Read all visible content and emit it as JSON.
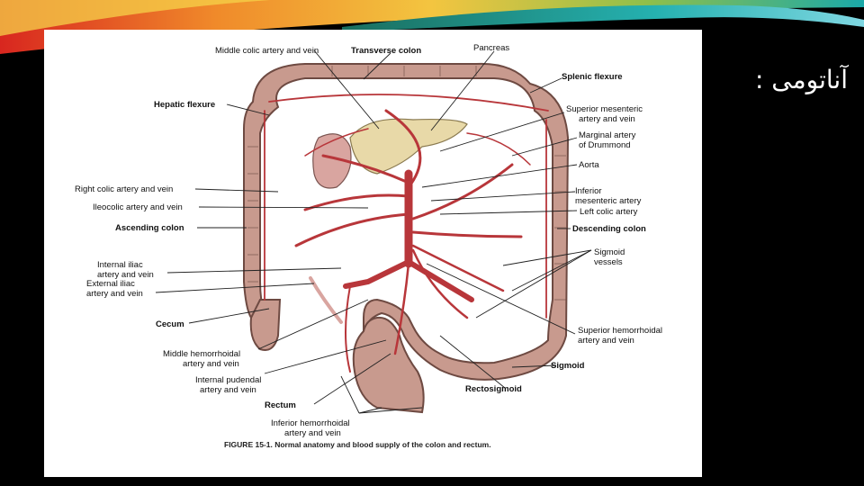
{
  "slide": {
    "title": "آناتومی :"
  },
  "figure": {
    "caption": "FIGURE 15-1. Normal anatomy and blood supply of the colon and rectum.",
    "labels": {
      "middle_colic": "Middle colic artery and vein",
      "transverse_colon": "Transverse colon",
      "pancreas": "Pancreas",
      "splenic_flexure": "Splenic flexure",
      "hepatic_flexure": "Hepatic flexure",
      "sma_1": "Superior mesenteric",
      "sma_2": "artery and vein",
      "marginal_1": "Marginal artery",
      "marginal_2": "of Drummond",
      "aorta": "Aorta",
      "right_colic": "Right colic artery and vein",
      "ileocolic": "Ileocolic artery and vein",
      "ima_1": "Inferior",
      "ima_2": "mesenteric artery",
      "left_colic": "Left colic artery",
      "ascending_colon": "Ascending colon",
      "descending_colon": "Descending colon",
      "int_iliac_1": "Internal iliac",
      "int_iliac_2": "artery and vein",
      "ext_iliac_1": "External iliac",
      "ext_iliac_2": "artery and vein",
      "sigmoid_vessels_1": "Sigmoid",
      "sigmoid_vessels_2": "vessels",
      "cecum": "Cecum",
      "sup_hem_1": "Superior hemorrhoidal",
      "sup_hem_2": "artery and vein",
      "mid_hem_1": "Middle hemorrhoidal",
      "mid_hem_2": "artery and vein",
      "sigmoid": "Sigmoid",
      "int_pudendal_1": "Internal pudendal",
      "int_pudendal_2": "artery and vein",
      "rectosigmoid": "Rectosigmoid",
      "rectum": "Rectum",
      "inf_hem_1": "Inferior hemorrhoidal",
      "inf_hem_2": "artery and vein"
    }
  },
  "colors": {
    "colon": "#c89a8e",
    "colon_edge": "#6e4a42",
    "vessel": "#b8363a",
    "pancreas": "#e8d9a8",
    "banner_teal": "#2aa7a0",
    "banner_orange": "#e9742a"
  }
}
